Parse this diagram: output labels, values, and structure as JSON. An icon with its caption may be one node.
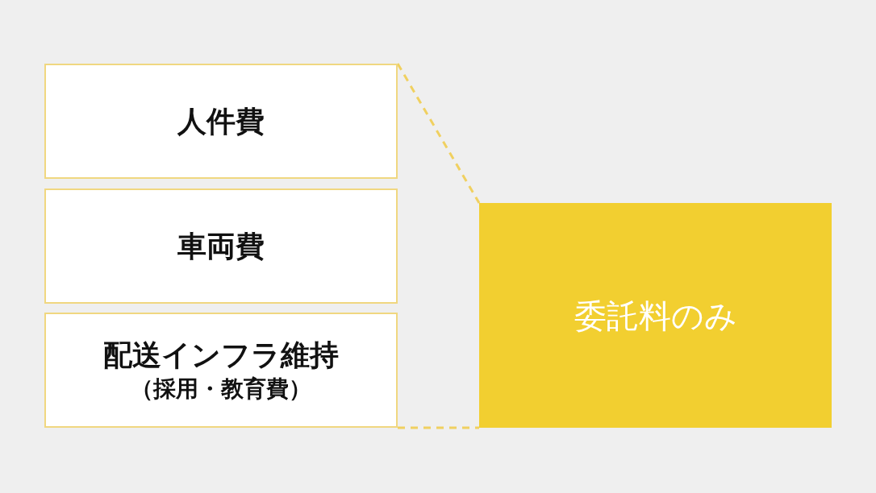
{
  "diagram": {
    "nodes": [
      {
        "text": [
          "人件費"
        ]
      },
      {
        "text": [
          "車両費"
        ]
      },
      {
        "text": [
          "配送インフラ維持",
          "（採用・教育費）"
        ]
      },
      {
        "text": [
          "委託料のみ"
        ]
      }
    ],
    "edges": [
      {
        "from": 0,
        "to": 3,
        "arrow": "none",
        "style": "dashed"
      },
      {
        "from": 2,
        "to": 3,
        "arrow": "none",
        "style": "dashed"
      }
    ]
  }
}
